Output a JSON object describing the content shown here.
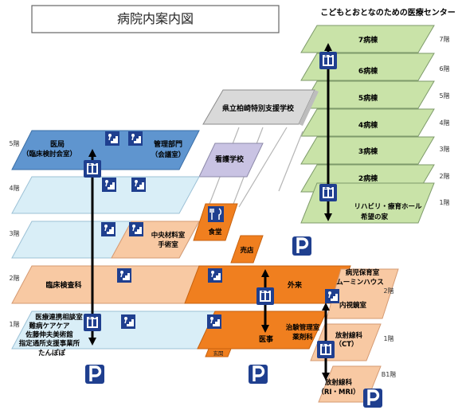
{
  "header": {
    "title": "病院内案内図",
    "center_name": "こどもとおとなのための医療センター"
  },
  "floors": {
    "left": [
      "5階",
      "4階",
      "3階",
      "2階",
      "1階"
    ],
    "right": [
      "7階",
      "6階",
      "5階",
      "4階",
      "3階",
      "2階",
      "1階"
    ],
    "lower_right": [
      "2階",
      "1階",
      "B1階"
    ]
  },
  "buildings": {
    "school": "県立柏崎特別支援学校",
    "nursing_school": "看護学校",
    "cafeteria": "食堂",
    "shop": "売店",
    "entrance": "玄関",
    "wards": [
      "7病棟",
      "6病棟",
      "5病棟",
      "4病棟",
      "3病棟",
      "2病棟"
    ],
    "rehab_line1": "リハビリ・療育ホール",
    "rehab_line2": "希望の家"
  },
  "rooms": {
    "medical_office_line1": "医局",
    "medical_office_line2": "（臨床検討会室）",
    "admin_line1": "管理部門",
    "admin_line2": "（会議室）",
    "central_supply_line1": "中央材料室",
    "central_supply_line2": "手術室",
    "lab": "臨床検査科",
    "outpatient": "外来",
    "clinic_line1": "病児保育室",
    "clinic_line2": "ムーミンハウス",
    "endoscopy": "内視鏡室",
    "first_floor_lines": [
      "医療連携相談室",
      "難病ケアケア",
      "佐藤伸夫美術館",
      "指定通所支援事業所",
      "たんぽぽ"
    ],
    "medical_affairs": "医事",
    "pharmacy_line1": "治験管理室",
    "pharmacy_line2": "薬剤科",
    "radiology_ct_line1": "放射線科",
    "radiology_ct_line2": "（CT）",
    "radiology_mri_line1": "放射線科",
    "radiology_mri_line2": "（RI・MRI）"
  },
  "parking_label": "P",
  "colors": {
    "green": "#c9e3a8",
    "blue": "#5f95cf",
    "light_blue": "#d9eef7",
    "orange": "#f07f1f",
    "peach": "#f8c9a3",
    "gray": "#d9d9d9",
    "purple": "#c9c3e3",
    "navy": "#1f3f8f"
  }
}
